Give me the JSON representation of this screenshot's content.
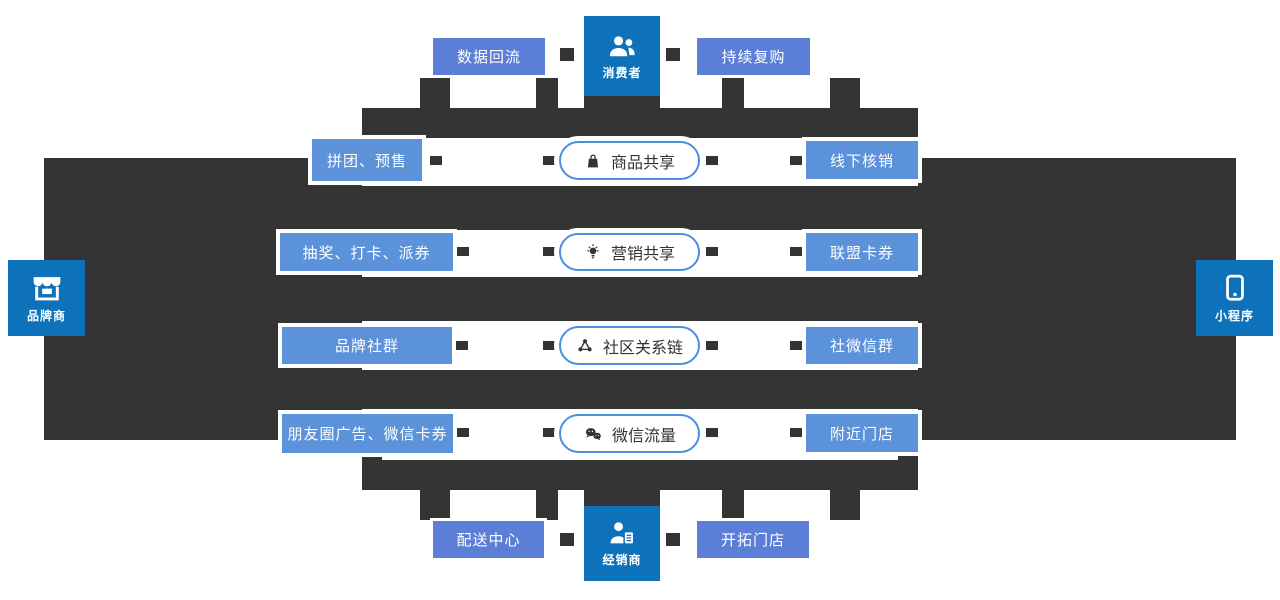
{
  "diagram_title": "",
  "colors": {
    "mesh_dark": "#343434",
    "node_blue": "#0e72ba",
    "corner_button_blue": "#5b7ed7",
    "side_button_blue": "#5b92da",
    "pill_border_blue": "#4a8fe0",
    "pill_text": "#333333"
  },
  "nodes": {
    "consumer": {
      "label": "消费者",
      "icon": "people-icon"
    },
    "brand": {
      "label": "品牌商",
      "icon": "storefront-icon"
    },
    "miniprogram": {
      "label": "小程序",
      "icon": "phone-icon"
    },
    "distributor": {
      "label": "经销商",
      "icon": "person-doc-icon"
    }
  },
  "corner_buttons": {
    "top_left": "数据回流",
    "top_right": "持续复购",
    "bottom_left": "配送中心",
    "bottom_right": "开拓门店"
  },
  "left_buttons": [
    "拼团、预售",
    "抽奖、打卡、派券",
    "品牌社群",
    "朋友圈广告、微信卡券"
  ],
  "right_buttons": [
    "线下核销",
    "联盟卡券",
    "社微信群",
    "附近门店"
  ],
  "center_pills": [
    {
      "label": "商品共享",
      "icon": "bag-icon"
    },
    {
      "label": "营销共享",
      "icon": "bulb-icon"
    },
    {
      "label": "社区关系链",
      "icon": "network-icon"
    },
    {
      "label": "微信流量",
      "icon": "wechat-icon"
    }
  ]
}
